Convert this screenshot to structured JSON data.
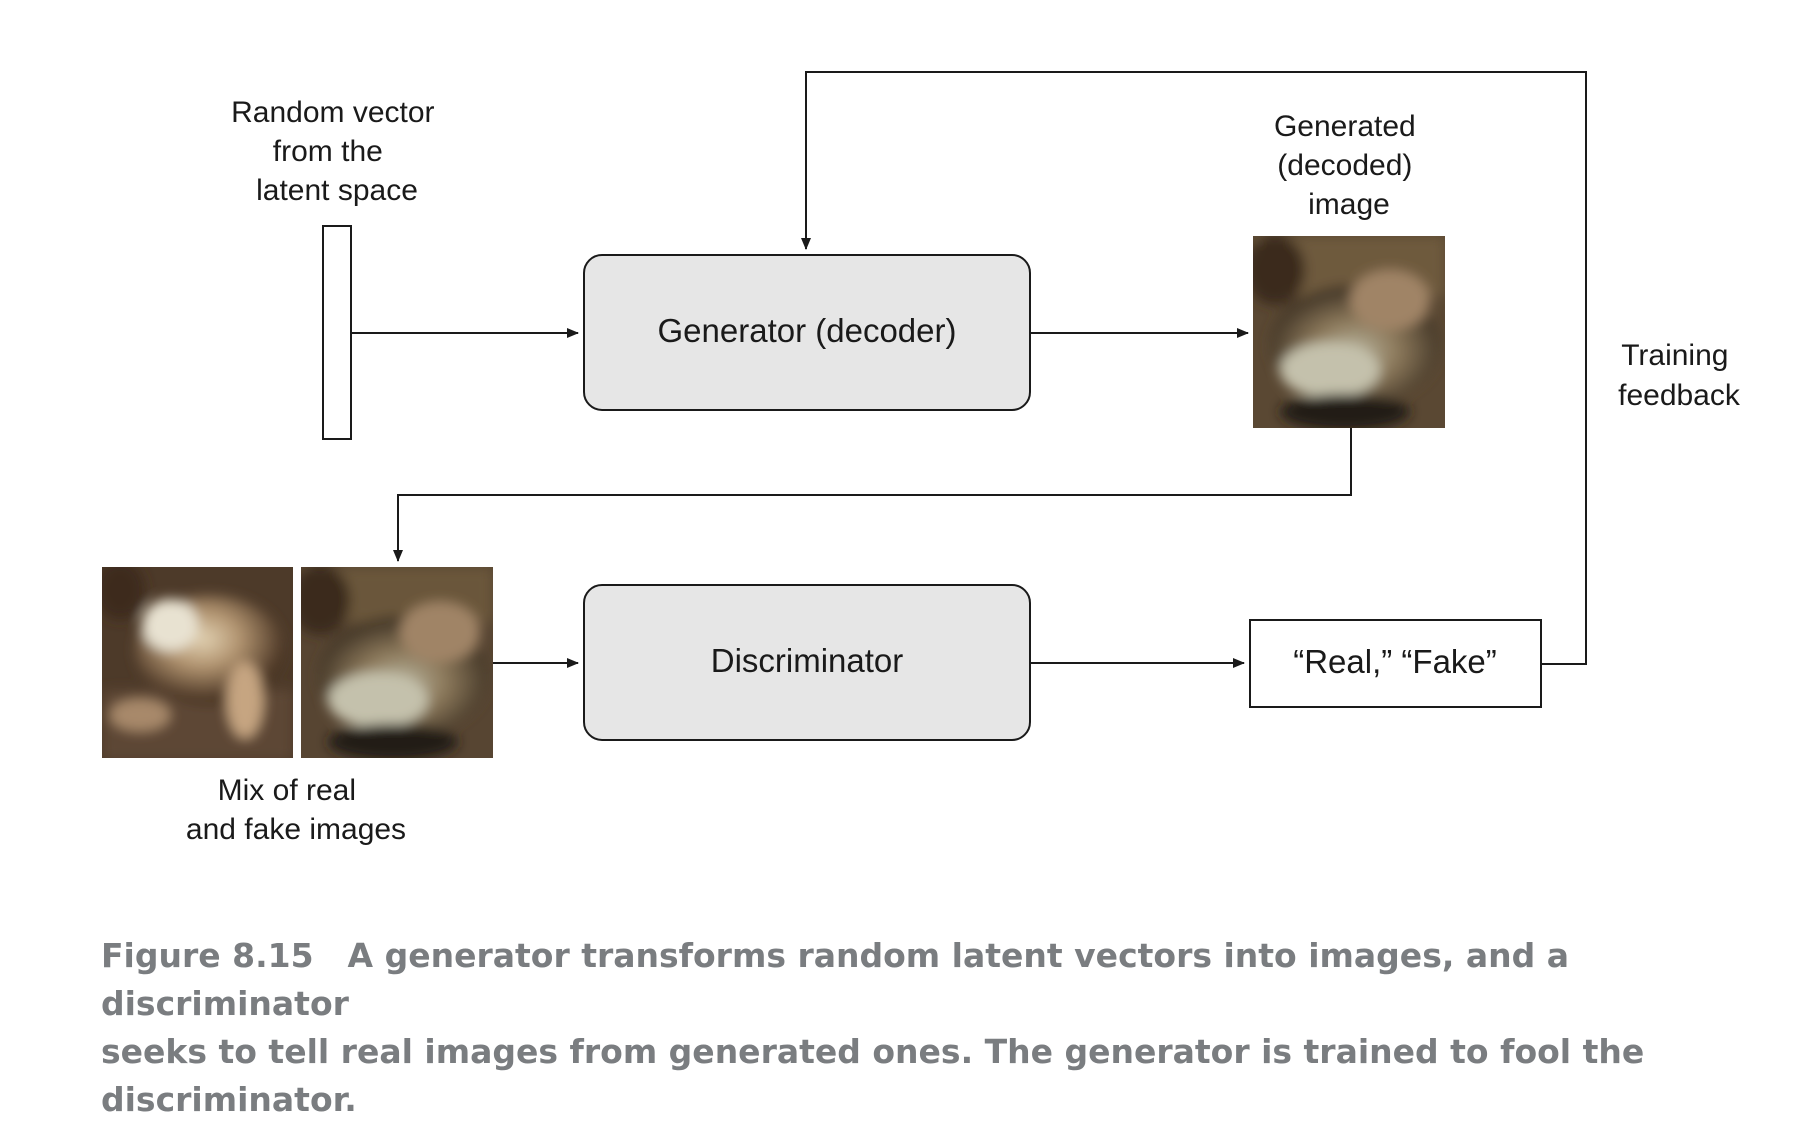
{
  "diagram": {
    "latent_vector_label": [
      "Random vector",
      "from the",
      "latent space"
    ],
    "generator_label": "Generator (decoder)",
    "generated_image_label": [
      "Generated",
      "(decoded)",
      "image"
    ],
    "training_feedback_label": [
      "Training",
      "feedback"
    ],
    "discriminator_label": "Discriminator",
    "output_label": "“Real,” “Fake”",
    "mix_label": [
      "Mix of real",
      "and fake images"
    ]
  },
  "caption": {
    "figure_number": "Figure 8.15",
    "text_line1": "A generator transforms random latent vectors into images, and a discriminator",
    "text_line2": "seeks to tell real images from generated ones. The generator is trained to fool the discriminator."
  },
  "colors": {
    "box_fill": "#e6e6e6",
    "stroke": "#1a1a1a",
    "caption_text": "#7a7d80"
  }
}
